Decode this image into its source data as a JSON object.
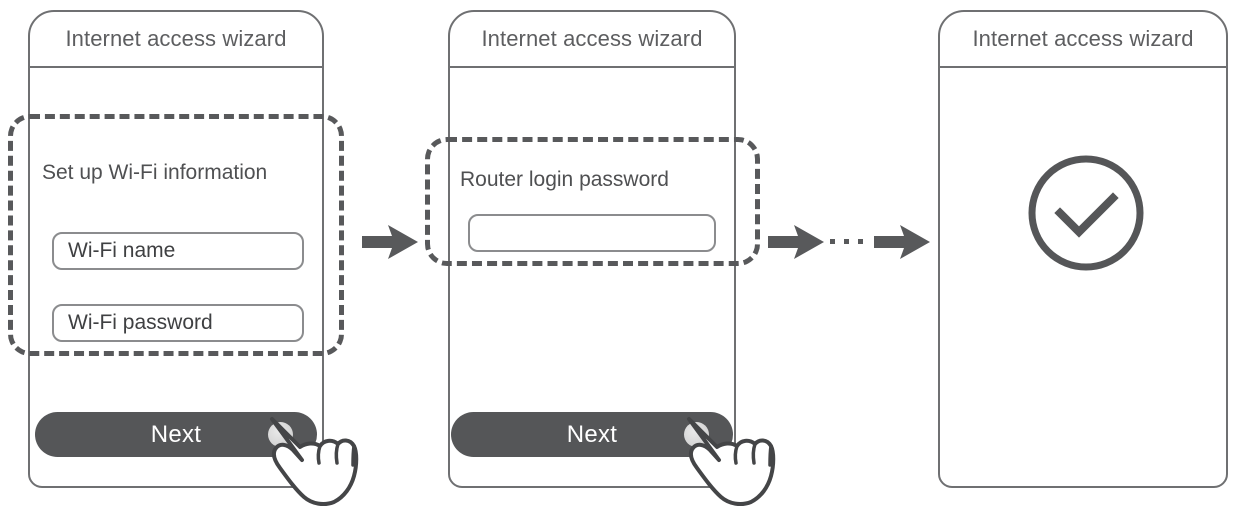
{
  "meta": {
    "diagram_title": "Internet access wizard setup flow",
    "accent_color": "#58595b",
    "panel_border_color": "#6f7072",
    "button_color": "#555658",
    "highlight_color": "#58595b",
    "background_color": "#ffffff"
  },
  "steps": [
    {
      "id": "step-1",
      "title": "Internet access wizard",
      "section_label": "Set up Wi-Fi information",
      "fields": [
        {
          "name": "wifi-name",
          "value": "Wi-Fi name",
          "placeholder": "Wi-Fi name"
        },
        {
          "name": "wifi-password",
          "value": "Wi-Fi password",
          "placeholder": "Wi-Fi password"
        }
      ],
      "button": {
        "label": "Next"
      },
      "highlighted": true,
      "tap_indicator": true
    },
    {
      "id": "step-2",
      "title": "Internet access wizard",
      "section_label": "Router login password",
      "fields": [
        {
          "name": "router-login-password",
          "value": "",
          "placeholder": ""
        }
      ],
      "button": {
        "label": "Next"
      },
      "highlighted": true,
      "tap_indicator": true
    },
    {
      "id": "step-3",
      "title": "Internet access wizard",
      "section_label": "",
      "fields": [],
      "button": null,
      "highlighted": false,
      "tap_indicator": false,
      "status_icon": "success-check-icon"
    }
  ],
  "connectors": [
    {
      "name": "arrow-step1-to-step2",
      "icon": "arrow-right-icon"
    },
    {
      "name": "arrow-step2-to-ellipsis",
      "icon": "arrow-right-icon"
    },
    {
      "name": "ellipsis-more-steps",
      "icon": "ellipsis-icon",
      "dots": 3
    },
    {
      "name": "arrow-ellipsis-to-step3",
      "icon": "arrow-right-icon"
    }
  ],
  "icons": {
    "pointer_hand": "pointing-hand-icon",
    "success_check": "check-circle-icon",
    "arrow_right": "arrow-right-icon"
  }
}
